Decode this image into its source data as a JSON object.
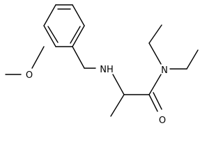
{
  "diagram": {
    "type": "skeletal-structure",
    "atom_labels": {
      "methoxy_oxygen": "O",
      "amine_nitrogen": "NH",
      "amide_nitrogen": "N",
      "carbonyl_oxygen": "O"
    },
    "colors": {
      "bond": "#000000",
      "background": "#ffffff"
    }
  }
}
